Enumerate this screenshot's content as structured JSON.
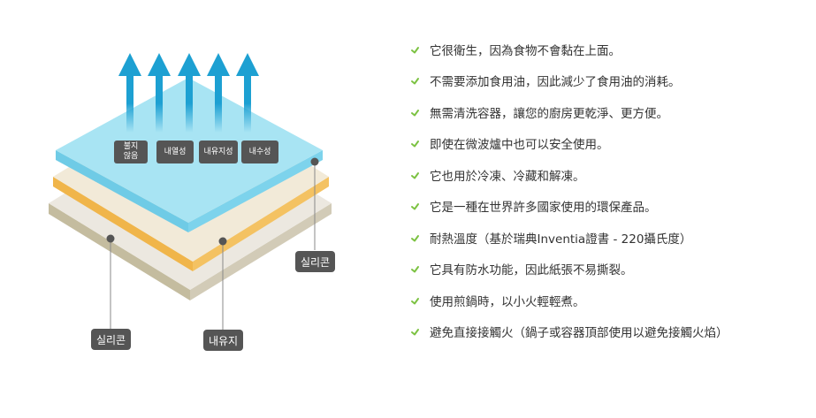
{
  "properties": [
    "불지\n않음",
    "내열성",
    "내유지성",
    "내수성"
  ],
  "labels": {
    "silicone_right": "실리콘",
    "silicone_left": "실리콘",
    "grease_proof": "내유지"
  },
  "features": [
    "它很衛生，因為食物不會黏在上面。",
    "不需要添加食用油，因此減少了食用油的消耗。",
    "無需清洗容器，讓您的廚房更乾淨、更方便。",
    "即使在微波爐中也可以安全使用。",
    "它也用於冷凍、冷藏和解凍。",
    "它是一種在世界許多國家使用的環保產品。",
    "耐熱溫度（基於瑞典Inventia證書 - 220攝氏度）",
    "它具有防水功能，因此紙張不易撕裂。",
    "使用煎鍋時，以小火輕輕煮。",
    "避免直接接觸火（鍋子或容器頂部使用以避免接觸火焰）"
  ],
  "colors": {
    "top_layer": "#a8e4f3",
    "top_edge": "#7dd3ec",
    "middle_layer": "#f2ead8",
    "middle_edge": "#f4c262",
    "bottom_layer": "#ece8e0",
    "bottom_edge": "#d2cbb7",
    "arrow": "#1da0d2",
    "check": "#7cc242",
    "tag": "#555555"
  }
}
